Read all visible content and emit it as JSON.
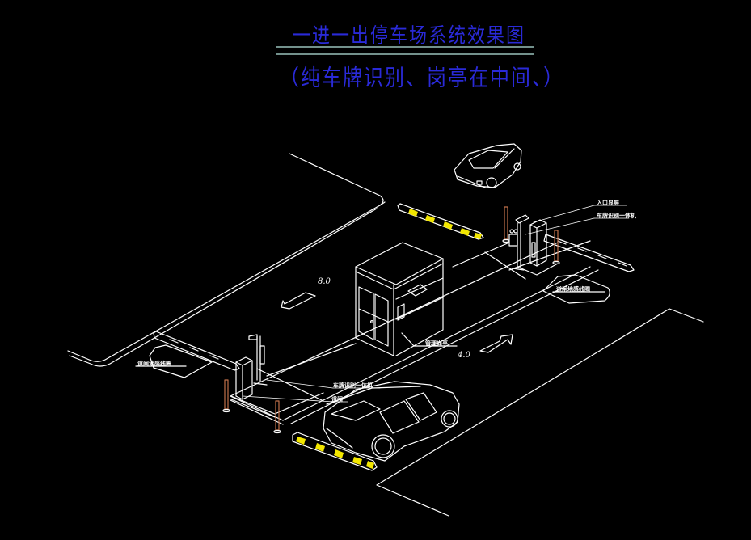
{
  "title": {
    "main": "一进一出停车场系统效果图",
    "sub": "（纯车牌识别、岗亭在中间、）"
  },
  "colors": {
    "background": "#000000",
    "line": "#ffffff",
    "title_text": "#2a2ad8",
    "title_underline": "#b8e8e0",
    "barrier_stripe": "#f2e600",
    "bollard": "#c0704a"
  },
  "labels": {
    "entrance_display": "入口显屏",
    "lpr_camera_top": "车牌识别一体机",
    "loop_detector_top": "道闸地感线圈",
    "loop_detector_left": "道闸地感线圈",
    "booth": "管理岗亭",
    "lpr_camera_bottom": "车牌识别一体机",
    "barrier_gate": "道闸"
  },
  "dimensions": {
    "exit_lane_width": "8.0",
    "entry_lane_width": "4.0"
  },
  "icons": {
    "exit_arrow": "arrow-down-left-icon",
    "entry_arrow": "arrow-up-right-icon"
  }
}
